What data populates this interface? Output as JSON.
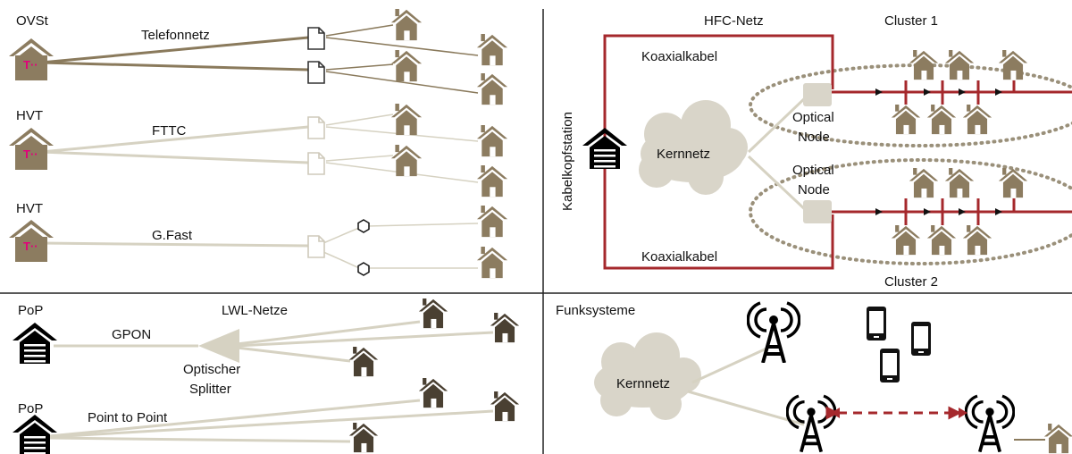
{
  "quadrant_tl": {
    "ovst": "OVSt",
    "telefonnetz": "Telefonnetz",
    "hvt1": "HVT",
    "fttc": "FTTC",
    "hvt2": "HVT",
    "gfast": "G.Fast"
  },
  "quadrant_tr": {
    "hfc_netz": "HFC-Netz",
    "cluster1": "Cluster 1",
    "cluster2": "Cluster 2",
    "koax_top": "Koaxialkabel",
    "koax_bottom": "Koaxialkabel",
    "kopfstation": "Kabelkopfstation",
    "kernnetz": "Kernnetz",
    "optical_node1_a": "Optical",
    "optical_node1_b": "Node",
    "optical_node2_a": "Optical",
    "optical_node2_b": "Node"
  },
  "quadrant_bl": {
    "pop1": "PoP",
    "lwl_netze": "LWL-Netze",
    "gpon": "GPON",
    "splitter_a": "Optischer",
    "splitter_b": "Splitter",
    "pop2": "PoP",
    "p2p": "Point to Point"
  },
  "quadrant_br": {
    "funksysteme": "Funksysteme",
    "kernnetz": "Kernnetz"
  },
  "telekom_logo_text": "T··",
  "colors": {
    "house_brown": "#8c7c60",
    "house_dark": "#4a4032",
    "copper_line": "#8a7a5c",
    "light_line": "#d6d2c2",
    "coax_red": "#a5282c",
    "cloud": "#d9d5c9",
    "dotted": "#9a907a",
    "magenta": "#e2007a"
  }
}
